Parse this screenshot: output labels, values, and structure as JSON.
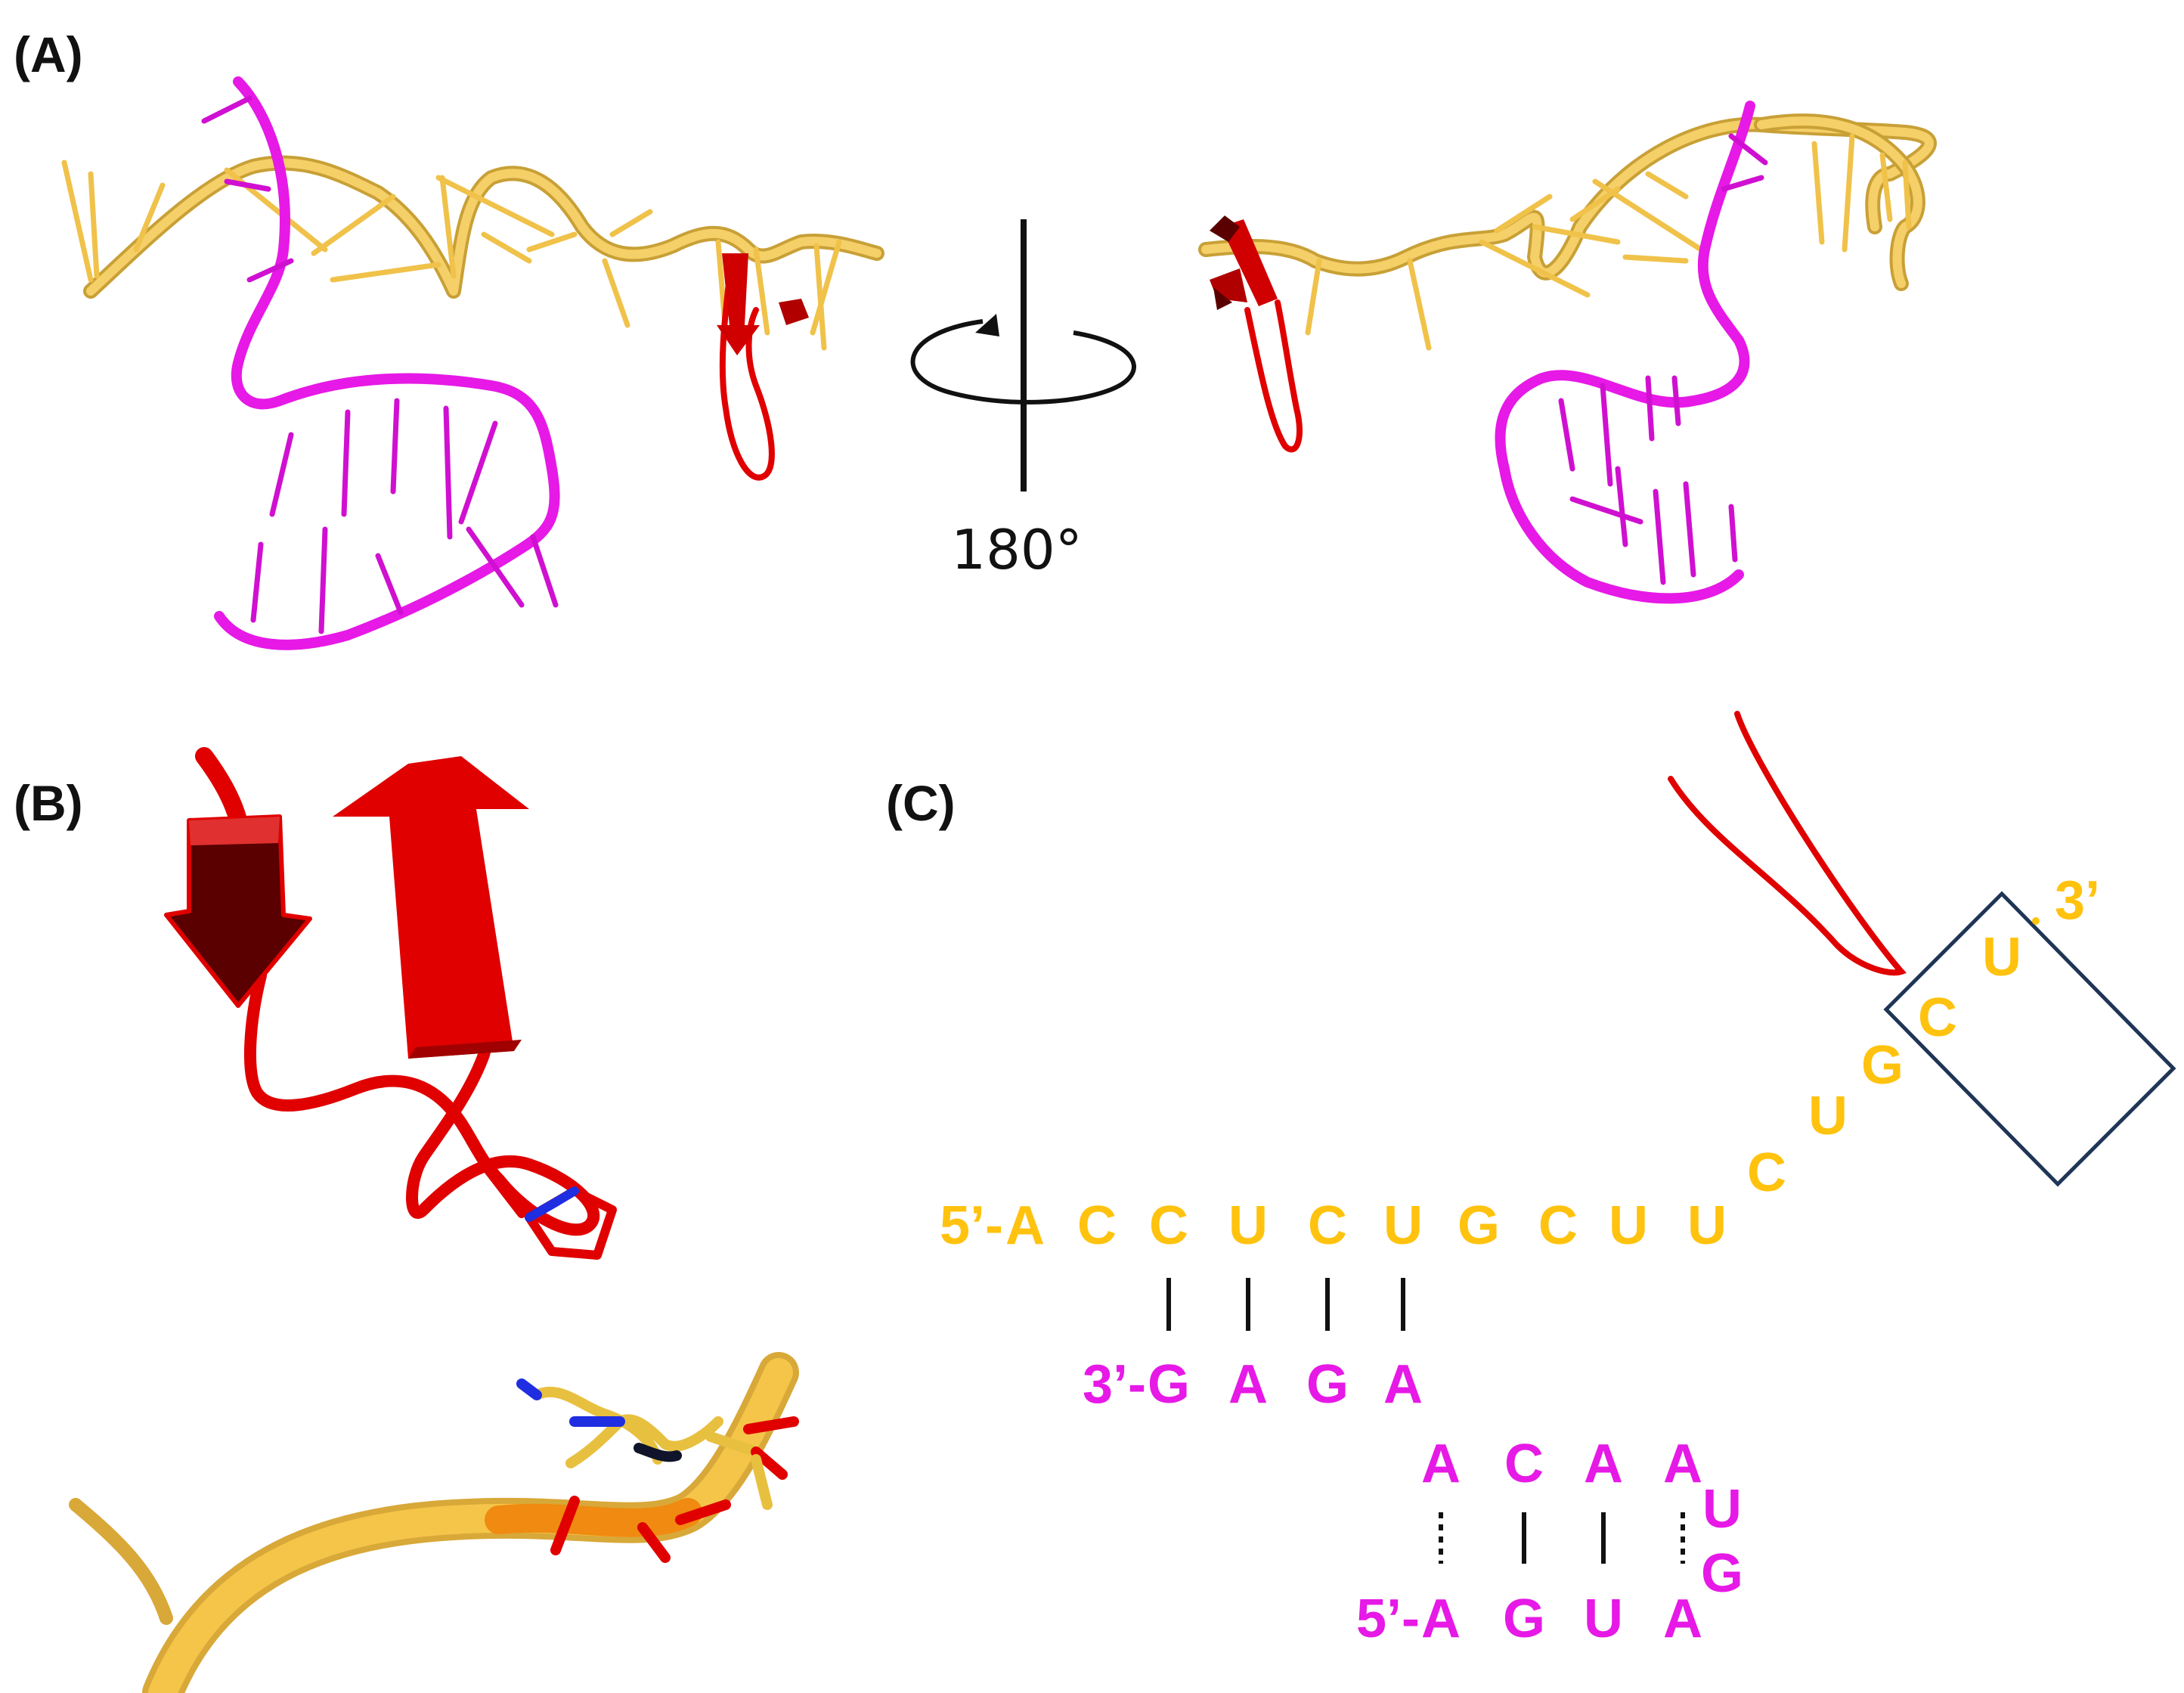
{
  "panels": {
    "a_label": "(A)",
    "b_label": "(B)",
    "c_label": "(C)"
  },
  "rotation": {
    "angle_label": "180°"
  },
  "sequence": {
    "top_prefix": "5’-",
    "top_bases": [
      "A",
      "C",
      "C",
      "U",
      "C",
      "U",
      "G",
      "C",
      "U",
      "U"
    ],
    "tail_bases": [
      "C",
      "U",
      "G",
      "C",
      "U"
    ],
    "top_suffix": "3’",
    "mid_prefix": "3’-",
    "mid_bases": [
      "G",
      "A",
      "G",
      "A"
    ],
    "stem_top_bases": [
      "A",
      "C",
      "A",
      "A"
    ],
    "loop_bases": [
      "U",
      "G"
    ],
    "bottom_prefix": "5’-",
    "bottom_bases": [
      "A",
      "G",
      "U",
      "A"
    ]
  },
  "colors": {
    "target_strand": "#FFC20E",
    "guide_strand": "#E619E6",
    "protein": "#E00000",
    "protein_dark": "#5A0000",
    "box": "#1F3556",
    "pair_line": "#111111",
    "backbone_outline": "#C8A036"
  }
}
